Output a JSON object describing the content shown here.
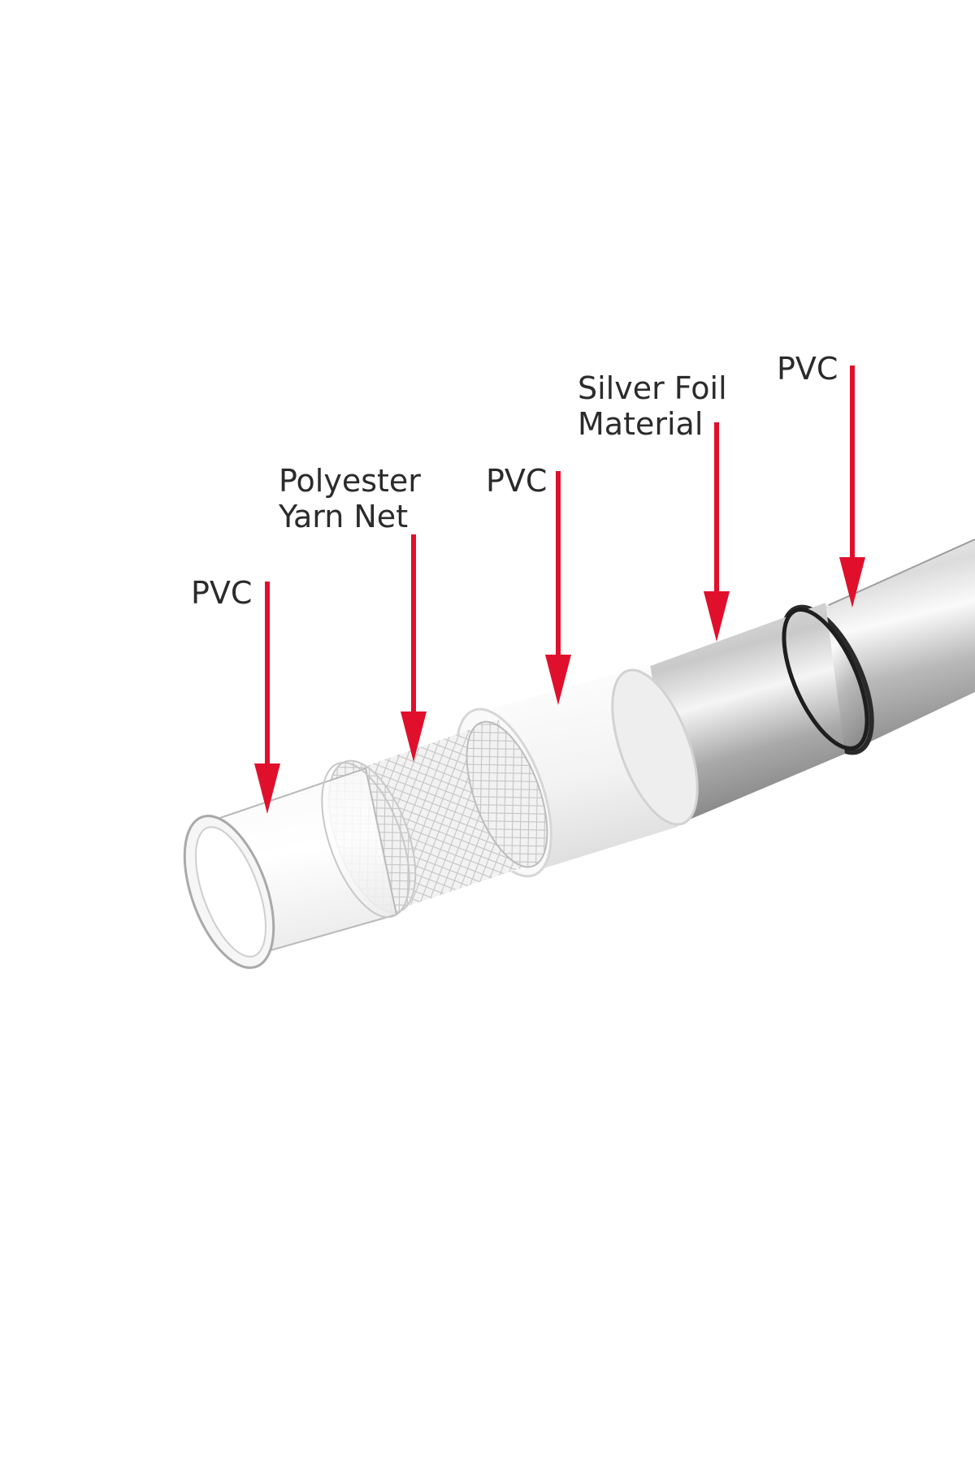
{
  "labels": {
    "inner_pvc": "PVC",
    "yarn_net_line1": "Polyester",
    "yarn_net_line2": "Yarn Net",
    "middle_pvc": "PVC",
    "foil_line1": "Silver Foil",
    "foil_line2": "Material",
    "outer_pvc": "PVC"
  },
  "colors": {
    "arrow": "#e0102c",
    "text": "#2b2b2b",
    "background": "#ffffff"
  }
}
